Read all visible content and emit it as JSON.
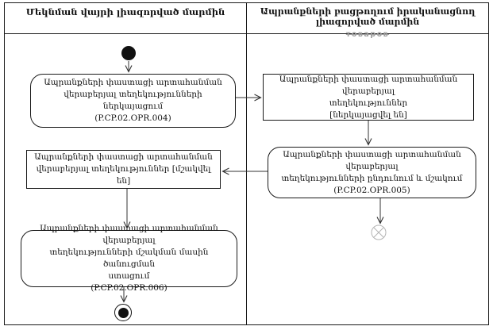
{
  "lanes": {
    "left": {
      "title": "Մեկնման վայրի լիազորված մարմին"
    },
    "right": {
      "title": "Ապրանքների բացթողում իրականացնող լիազորված մարմին",
      "faded_note": "товаров"
    }
  },
  "nodes": {
    "action_submit_info": {
      "lines": [
        "Ապրանքների փաստացի արտահանման",
        "վերաբերյալ տեղեկությունների ներկայացում",
        "(P.CP.02.OPR.004)"
      ]
    },
    "object_info_submitted": {
      "lines": [
        "Ապրանքների փաստացի արտահանման վերաբերյալ",
        "տեղեկություններ",
        "[ներկայացվել են]"
      ]
    },
    "action_receive_process": {
      "lines": [
        "Ապրանքների փաստացի արտահանման վերաբերյալ",
        "տեղեկությունների ընդունում և մշակում",
        "(P.CP.02.OPR.005)"
      ]
    },
    "object_info_processed": {
      "lines": [
        "Ապրանքների փաստացի արտահանման",
        "վերաբերյալ տեղեկություններ [մշակվել են]"
      ]
    },
    "action_receive_notification": {
      "lines": [
        "Ապրանքների փաստացի արտահանման վերաբերյալ",
        "տեղեկությունների մշակման մասին ծանուցման",
        "ստացում",
        "(P.CP.02.OPR.006)"
      ]
    }
  },
  "colors": {
    "line": "#333333",
    "text": "#111111",
    "faded_note": "#9e9e9e",
    "flow_final": "#b3b3b3"
  }
}
